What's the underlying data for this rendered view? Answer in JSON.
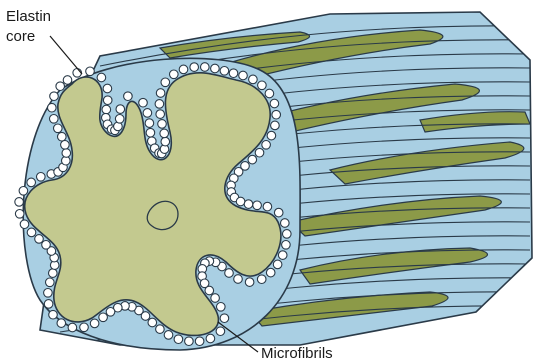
{
  "labels": {
    "elastin_line1": "Elastin",
    "elastin_line2": "core",
    "microfibrils": "Microfibrils"
  },
  "colors": {
    "elastin": "#c3c98f",
    "elastin_dark": "#8c9a48",
    "fibril_blue": "#a9cfe3",
    "fibril_outline": "#2a3a48",
    "bead_fill": "#ffffff",
    "background": "#ffffff"
  }
}
